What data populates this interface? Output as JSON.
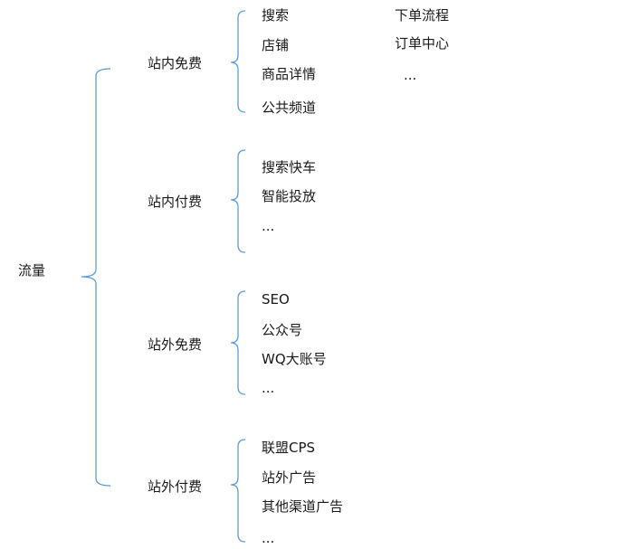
{
  "diagram": {
    "root": "流量",
    "brace_color": "#5b9bd5",
    "categories": [
      {
        "label": "站内免费",
        "items": [
          "搜索",
          "店铺",
          "商品详情",
          "公共频道"
        ]
      },
      {
        "label": "站内付费",
        "items": [
          "搜索快车",
          "智能投放",
          "..."
        ]
      },
      {
        "label": "站外免费",
        "items": [
          "SEO",
          "公众号",
          "WQ大账号",
          "..."
        ]
      },
      {
        "label": "站外付费",
        "items": [
          "联盟CPS",
          "站外广告",
          "其他渠道广告",
          "..."
        ]
      }
    ],
    "side_notes": [
      "下单流程",
      "订单中心",
      "..."
    ]
  }
}
